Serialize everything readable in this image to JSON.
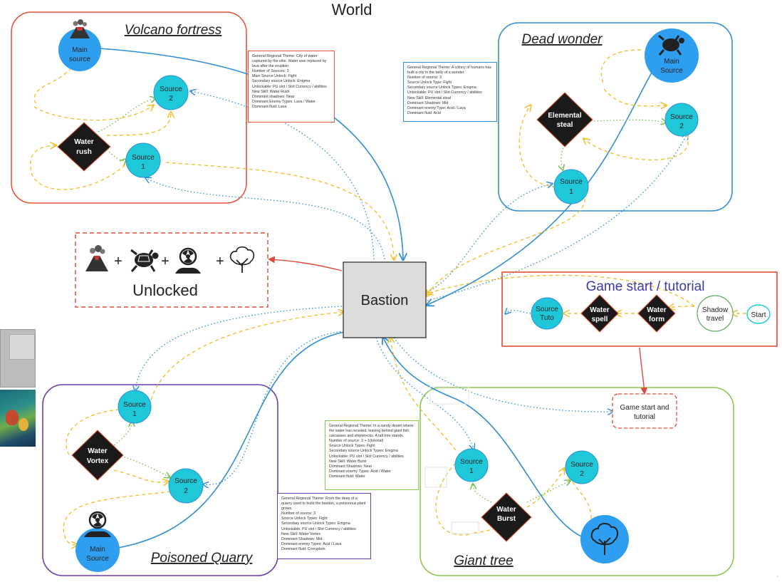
{
  "diagram": {
    "title": "World",
    "hub": "Bastion",
    "regions": {
      "volcano": {
        "title": "Volcano fortress",
        "main_source": [
          "Main",
          "source"
        ],
        "source2": [
          "Source",
          "2"
        ],
        "source1": [
          "Source",
          "1"
        ],
        "skill": [
          "Water",
          "rush"
        ],
        "info": [
          "General Regional Theme: City of water captured by the elite. Water was replaced by lava after the eruption",
          "Number of Sources: 3",
          "Main Source Unlock: Fight",
          "Secondary source Unlock: Enigma",
          "Unlockable: PU slot / Slot Currency / abilities",
          "New Skill: Water Rush",
          "Dominant shadows: Near",
          "Dominant Enemy Types: Lava / Water",
          "Dominant fluid: Lava"
        ]
      },
      "dead_wonder": {
        "title": "Dead wonder",
        "main_source": [
          "Main",
          "Source"
        ],
        "source2": [
          "Source",
          "2"
        ],
        "source1": [
          "Source",
          "1"
        ],
        "skill": [
          "Elemental",
          "steal"
        ],
        "info": [
          "General Regional Theme: A colony of humans has built a city in the belly of a wonder.",
          "Number of source: 3",
          "Source Unlock Type: Fight",
          "Secondary source Unlock Types: Enigma",
          "Unlockable: PU slot / Slot Currency / abilities",
          "New Skill: Elemental steal",
          "Dominant Shadows: Mid",
          "Dominant enemy Type: Acid / Lava",
          "Dominant fluid: Acid"
        ]
      },
      "poisoned_quarry": {
        "title": "Poisoned Quarry",
        "main_source": [
          "Main",
          "Source"
        ],
        "source2": [
          "Source",
          "2"
        ],
        "source1": [
          "Source",
          "1"
        ],
        "skill": [
          "Water",
          "Vortex"
        ],
        "info": [
          "General Regional Theme: From the deep of a quarry used to build the bastion, a poisonous plant grows.",
          "Number of source: 3",
          "Source Unlock Types: Fight",
          "Secondary source Unlock Types: Enigma",
          "Unlockable: PU slot / Slot Currency / abilities",
          "New Skill: Water Vortex",
          "Dominant Shadows: Mid",
          "Dominant enemy Types: Acid / Lava",
          "Dominant fluid: Corruption"
        ]
      },
      "giant_tree": {
        "title": "Giant tree",
        "source2": [
          "Source",
          "2"
        ],
        "source1": [
          "Source",
          "1"
        ],
        "skill": [
          "Water",
          "Burst"
        ],
        "info": [
          "General Regional Theme: In a sandy desert where the water has receded, leaving behind giant fish carcasses and shipwrecks. A tall tree stands.",
          "Number of source: 3 + 1(tutorial)",
          "Source Unlock Types: Fight",
          "Secondary source Unlock Types: Enigma",
          "Unlockable: PU slot / Slot Currency / abilities",
          "New Skill: Water Burst",
          "Dominant Shadows: Near",
          "Dominant enemy Types: Acid / Water",
          "Dominant fluid: Water"
        ]
      }
    },
    "unlocked": {
      "label": "Unlocked",
      "plus": "+"
    },
    "tutorial": {
      "title": "Game start / tutorial",
      "source_tuto": [
        "Source",
        "Tuto"
      ],
      "water_spell": [
        "Water",
        "spell"
      ],
      "water_form": [
        "Water",
        "form"
      ],
      "shadow_travel": [
        "Shadow",
        "travel"
      ],
      "start": "Start",
      "game_start_box": [
        "Game start and",
        "tutorial"
      ]
    },
    "colors": {
      "volcano": "#e8553a",
      "dead_wonder": "#2f8fd8",
      "poisoned_quarry": "#6a3bb0",
      "giant_tree": "#8cc84b",
      "tutorial": "#e04a3a",
      "main_link": "#2f8fd8",
      "dashed_link": "#f2c12e",
      "dotted_link": "#6fbf44",
      "source_fill": "#1ec8d8",
      "main_source_fill": "#2e9ff0",
      "skill_fill": "#1a1a1a",
      "skill_stroke": "#e8553a"
    },
    "icons": [
      "volcano-icon",
      "turtle-icon",
      "quarry-icon",
      "tree-icon"
    ]
  }
}
